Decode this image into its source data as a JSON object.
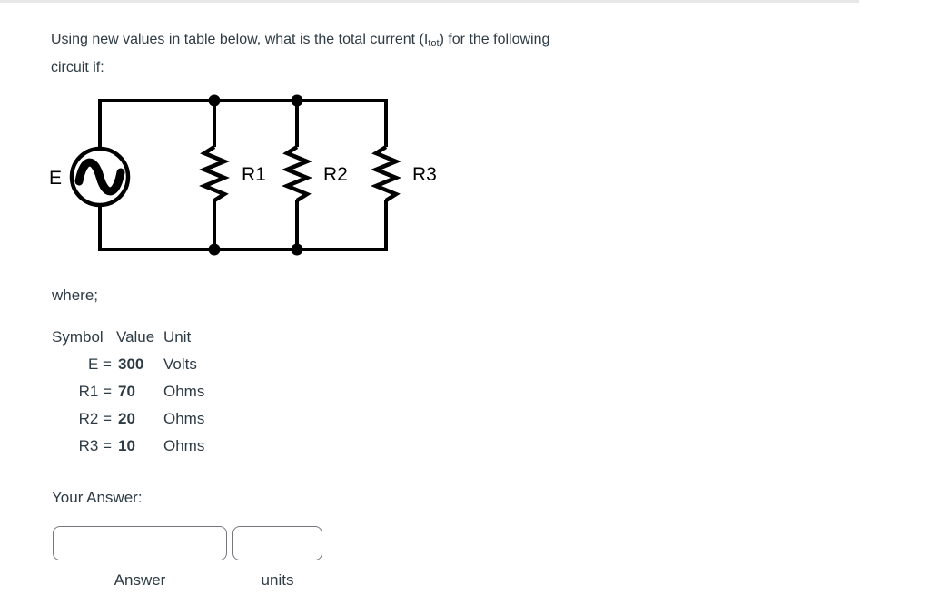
{
  "page": {
    "background": "#ffffff",
    "top_bar_color": "#e7e7e7",
    "text_color": "#2d3b45",
    "circuit_color": "#000000",
    "input_border_color": "#767680"
  },
  "question": {
    "line1_prefix": "Using new values in table below, what is the total current (I",
    "line1_subscript": "tot",
    "line1_suffix": ") for the following",
    "line2": "circuit if:"
  },
  "circuit": {
    "source_label": "E",
    "resistor_labels": [
      "R1",
      "R2",
      "R3"
    ],
    "topology": "AC source E in parallel with resistors R1, R2, R3"
  },
  "where_label": "where;",
  "values_table": {
    "headers": [
      "Symbol",
      "Value",
      "Unit"
    ],
    "rows": [
      {
        "symbol": "E =",
        "value": "300",
        "unit": "Volts"
      },
      {
        "symbol": "R1 =",
        "value": "70",
        "unit": "Ohms"
      },
      {
        "symbol": "R2 =",
        "value": "20",
        "unit": "Ohms"
      },
      {
        "symbol": "R3 =",
        "value": "10",
        "unit": "Ohms"
      }
    ]
  },
  "answer_section": {
    "prompt": "Your Answer:",
    "answer_input": {
      "value": "",
      "caption": "Answer"
    },
    "units_input": {
      "value": "",
      "caption": "units"
    }
  }
}
